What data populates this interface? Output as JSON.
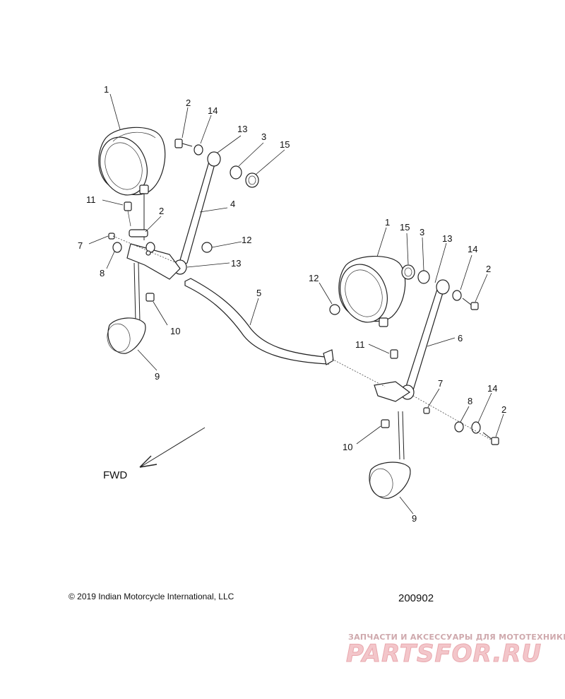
{
  "diagram": {
    "callouts": [
      {
        "id": "c1a",
        "text": "1"
      },
      {
        "id": "c2a",
        "text": "2"
      },
      {
        "id": "c14a",
        "text": "14"
      },
      {
        "id": "c13a",
        "text": "13"
      },
      {
        "id": "c3a",
        "text": "3"
      },
      {
        "id": "c15a",
        "text": "15"
      },
      {
        "id": "c11a",
        "text": "11"
      },
      {
        "id": "c2b",
        "text": "2"
      },
      {
        "id": "c4",
        "text": "4"
      },
      {
        "id": "c7a",
        "text": "7"
      },
      {
        "id": "c12a",
        "text": "12"
      },
      {
        "id": "c8a",
        "text": "8"
      },
      {
        "id": "c13b",
        "text": "13"
      },
      {
        "id": "c10a",
        "text": "10"
      },
      {
        "id": "c9a",
        "text": "9"
      },
      {
        "id": "c5",
        "text": "5"
      },
      {
        "id": "c12b",
        "text": "12"
      },
      {
        "id": "c1b",
        "text": "1"
      },
      {
        "id": "c15b",
        "text": "15"
      },
      {
        "id": "c3b",
        "text": "3"
      },
      {
        "id": "c13c",
        "text": "13"
      },
      {
        "id": "c14b",
        "text": "14"
      },
      {
        "id": "c2c",
        "text": "2"
      },
      {
        "id": "c11b",
        "text": "11"
      },
      {
        "id": "c6",
        "text": "6"
      },
      {
        "id": "c7b",
        "text": "7"
      },
      {
        "id": "c8b",
        "text": "8"
      },
      {
        "id": "c14c",
        "text": "14"
      },
      {
        "id": "c2d",
        "text": "2"
      },
      {
        "id": "c10b",
        "text": "10"
      },
      {
        "id": "c9b",
        "text": "9"
      }
    ],
    "fwd_label": "FWD",
    "copyright": "© 2019 Indian Motorcycle International, LLC",
    "drawing_number": "200902"
  },
  "watermark": {
    "tagline": "ЗАПЧАСТИ И АКСЕССУАРЫ ДЛЯ МОТОТЕХНИКИ",
    "brand": "PARTSFOR.RU"
  }
}
